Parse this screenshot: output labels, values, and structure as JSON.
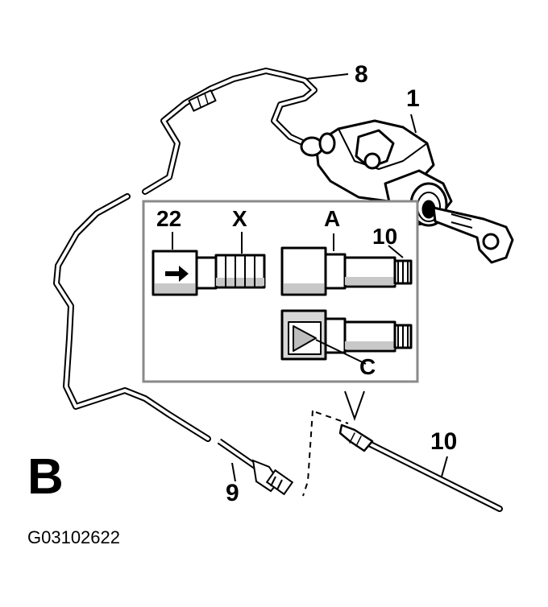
{
  "callouts": {
    "part_1": "1",
    "part_8": "8",
    "part_22": "22",
    "label_x": "X",
    "label_a": "A",
    "part_10_detail": "10",
    "label_c": "C",
    "part_10": "10",
    "part_9": "9"
  },
  "view_letter": "B",
  "figure_code": "G03102622",
  "colors": {
    "ink": "#000000",
    "box_outline": "#8a8a8a",
    "line_gray": "#b5b5b5",
    "paper": "#ffffff"
  }
}
